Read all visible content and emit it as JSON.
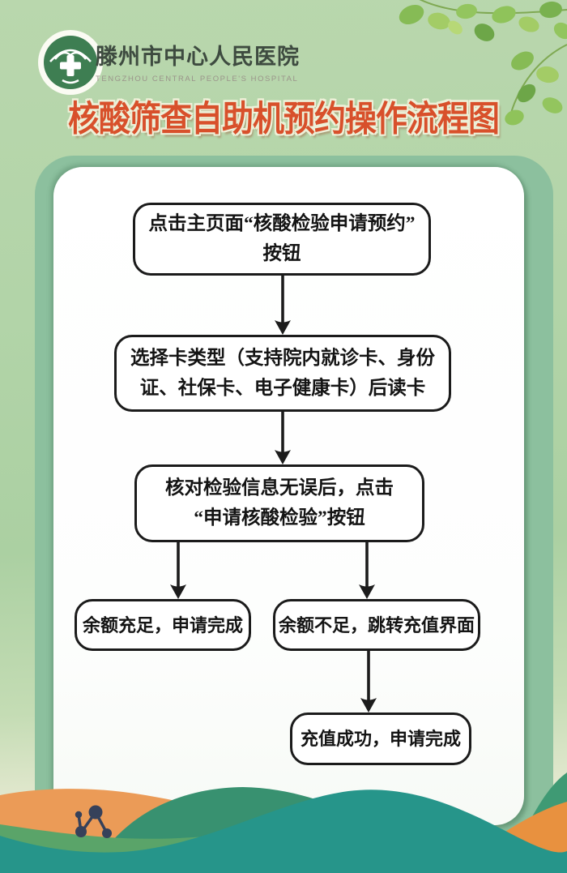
{
  "header": {
    "hospital_name_zh": "滕州市中心人民医院",
    "hospital_name_en": "TENGZHOU CENTRAL PEOPLE'S HOSPITAL",
    "logo_colors": {
      "ring": "#fbfbf3",
      "inner": "#3e7e52",
      "emblem": "#ffffff"
    }
  },
  "title": {
    "text": "核酸筛查自助机预约操作流程图",
    "color": "#d8502b",
    "outline_color": "#edf0d8"
  },
  "flowchart": {
    "type": "flowchart",
    "nodes": [
      {
        "id": "start",
        "label": "点击主页面“核酸检验申请预约”\n按钮"
      },
      {
        "id": "select-card",
        "label": "选择卡类型（支持院内就诊卡、身份\n证、社保卡、电子健康卡）后读卡"
      },
      {
        "id": "confirm",
        "label": "核对检验信息无误后，点击\n“申请核酸检验”按钮"
      },
      {
        "id": "sufficient",
        "label": "余额充足，申请完成"
      },
      {
        "id": "insufficient",
        "label": "余额不足，跳转充值界面"
      },
      {
        "id": "recharged",
        "label": "充值成功，申请完成"
      }
    ],
    "edges": [
      {
        "from": "start",
        "to": "select-card"
      },
      {
        "from": "select-card",
        "to": "confirm"
      },
      {
        "from": "confirm",
        "to": "sufficient"
      },
      {
        "from": "confirm",
        "to": "insufficient"
      },
      {
        "from": "insufficient",
        "to": "recharged"
      }
    ]
  },
  "decor": {
    "background_top": "#b9d7ad",
    "background_bottom_right": "#edeeda",
    "panel_frame_green": "#8cc09e",
    "wave_orange": "#eb9b57",
    "wave_orange_right": "#e8913f",
    "wave_dark_green": "#389170",
    "wave_yellow_green": "#5aa469",
    "wave_teal": "#26958a",
    "molecule_navy": "#36415a",
    "leaf_greens": [
      "#86bb55",
      "#a3cc66",
      "#6da648",
      "#93c55e"
    ]
  }
}
